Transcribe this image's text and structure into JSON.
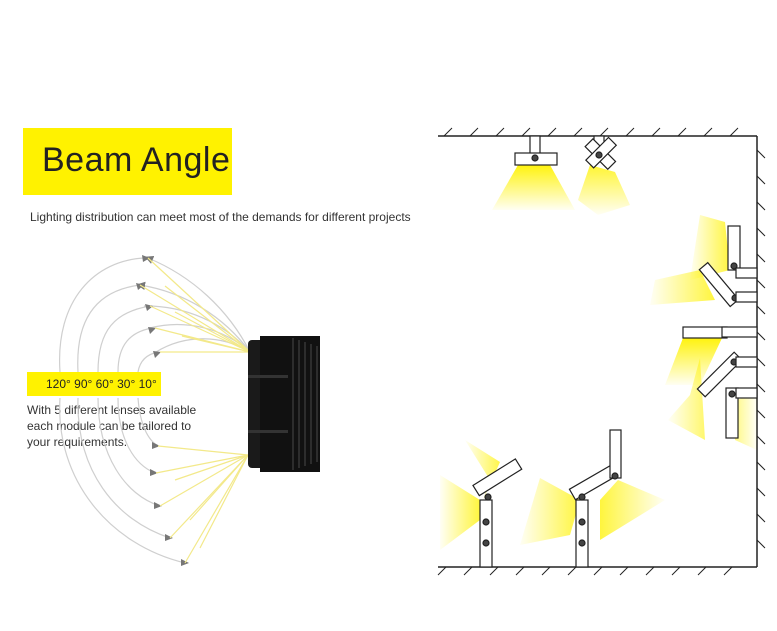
{
  "title": "Beam Angle",
  "subtitle": "Lighting distribution can meet most of the demands for different projects",
  "angles": "120° 90° 60° 30° 10°",
  "description": [
    "With 5 different lenses available",
    "each module can be tailored to",
    "your requirements."
  ],
  "colors": {
    "accent_yellow": "#fff200",
    "beam_yellow": "#f7ee7a",
    "module_body": "#1a1a1a",
    "arc_gray": "#cccccc",
    "line_dark": "#222222"
  },
  "icons": [
    "led-module-icon",
    "spotlight-fixture-icon",
    "beam-angle-arc-icon",
    "room-outline"
  ]
}
